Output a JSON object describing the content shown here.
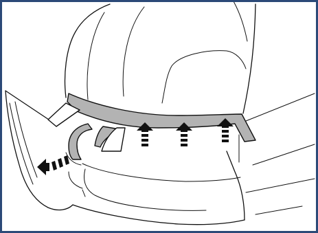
{
  "figure": {
    "kind": "seat-cover-strap-installation-illustration",
    "colors": {
      "frame": "#2c4a78",
      "strap": "#b3b3b3",
      "line": "#111111",
      "background": "#ffffff"
    },
    "arrows": [
      {
        "name": "arrow-up-1",
        "direction": "up"
      },
      {
        "name": "arrow-up-2",
        "direction": "up"
      },
      {
        "name": "arrow-up-3",
        "direction": "up"
      },
      {
        "name": "arrow-left",
        "direction": "left"
      }
    ]
  }
}
